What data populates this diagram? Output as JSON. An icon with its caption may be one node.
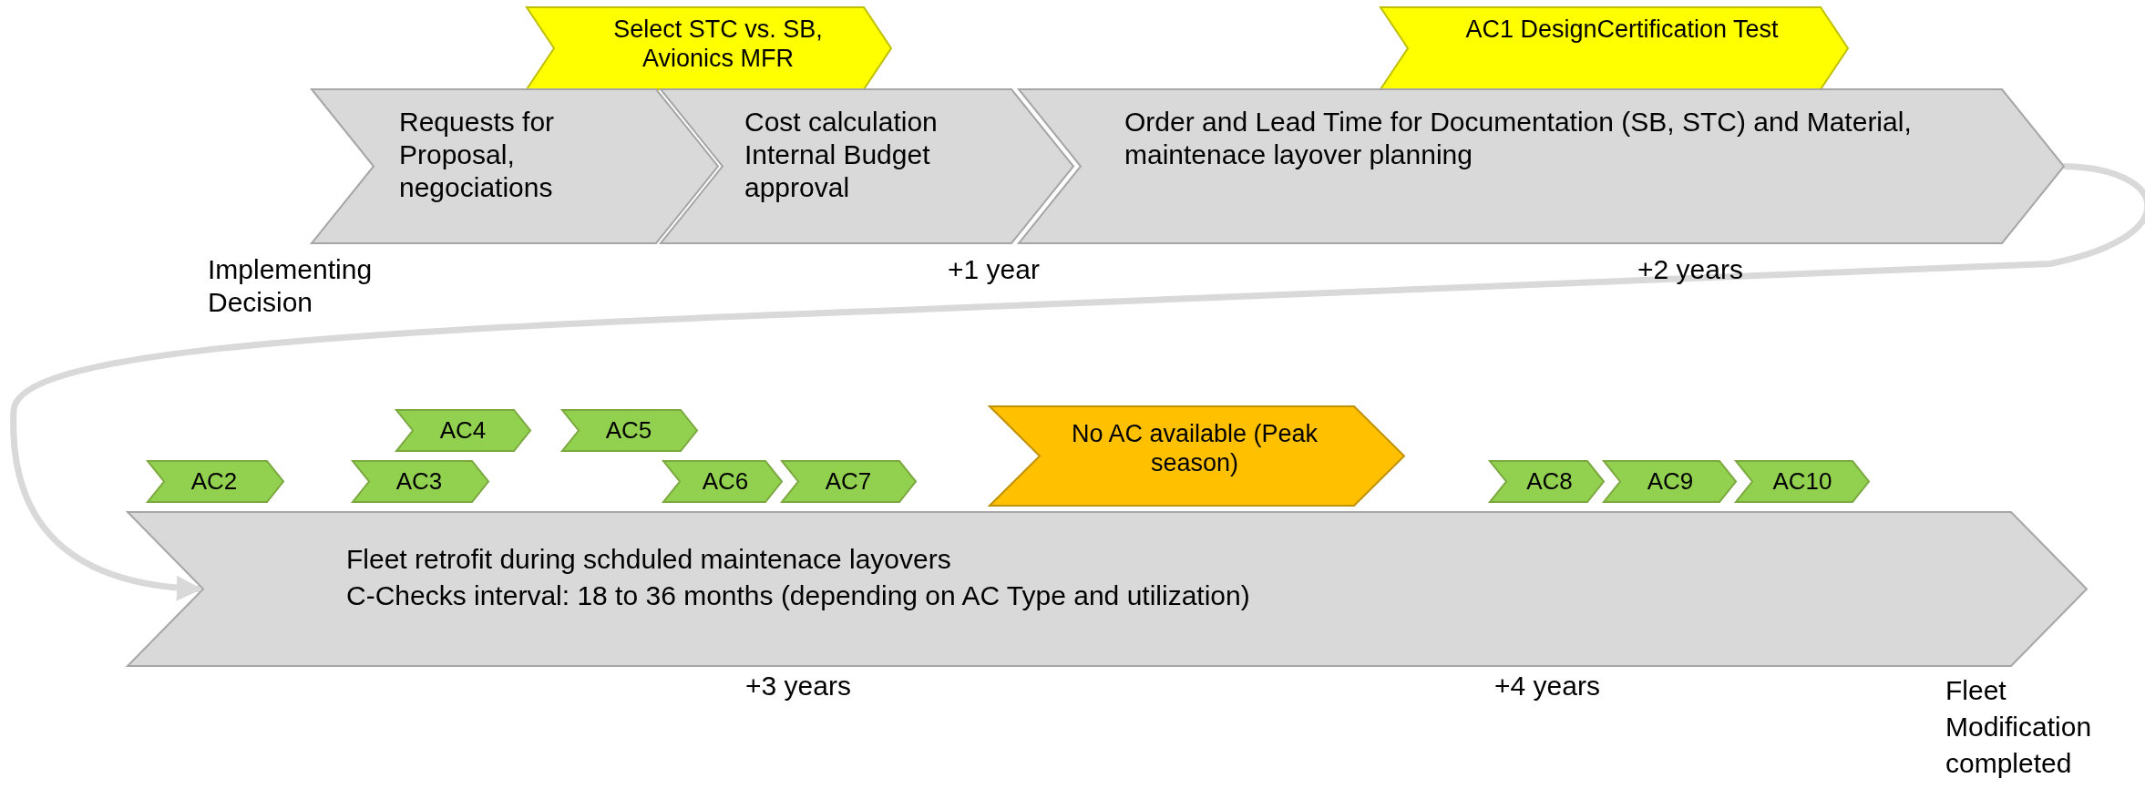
{
  "diagram": {
    "nodes": [
      {
        "text": [
          "Select STC vs. SB, Avionics MFR"
        ]
      },
      {
        "text": [
          "AC1 DesignCertification Test"
        ]
      },
      {
        "text": [
          "Requests for Proposal, negociations"
        ]
      },
      {
        "text": [
          "Cost calculation Internal Budget approval"
        ]
      },
      {
        "text": [
          "Order and Lead Time for Documentation (SB, STC) and Material, maintenace layover planning"
        ]
      },
      {
        "text": [
          "AC4"
        ]
      },
      {
        "text": [
          "AC5"
        ]
      },
      {
        "text": [
          "AC2"
        ]
      },
      {
        "text": [
          "AC3"
        ]
      },
      {
        "text": [
          "AC6"
        ]
      },
      {
        "text": [
          "AC7"
        ]
      },
      {
        "text": [
          "No AC available (Peak season)"
        ]
      },
      {
        "text": [
          "AC8"
        ]
      },
      {
        "text": [
          "AC9"
        ]
      },
      {
        "text": [
          "AC10"
        ]
      },
      {
        "text": [
          "Fleet retrofit during schduled maintenace layovers",
          "C-Checks interval: 18 to 36 months (depending on AC Type and utilization)"
        ]
      }
    ],
    "edges": [
      {
        "from": 4,
        "to": 15,
        "arrow": "to"
      }
    ],
    "labels": [
      "Implementing Decision",
      "+1 year",
      "+2 years",
      "+3 years",
      "+4 years",
      "Fleet Modification completed"
    ]
  }
}
